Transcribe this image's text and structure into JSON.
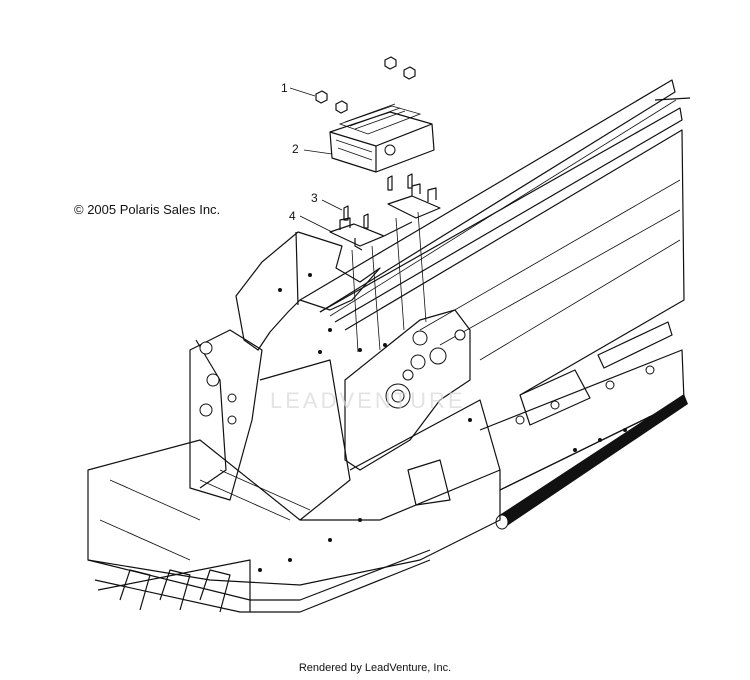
{
  "copyright": "© 2005 Polaris Sales Inc.",
  "footer": "Rendered by LeadVenture, Inc.",
  "callouts": [
    {
      "number": "1",
      "part": "nut"
    },
    {
      "number": "2",
      "part": "electronic-control-module"
    },
    {
      "number": "3",
      "part": "screw"
    },
    {
      "number": "4",
      "part": "mounting-bracket"
    }
  ],
  "watermark": "LEADVENTURE"
}
